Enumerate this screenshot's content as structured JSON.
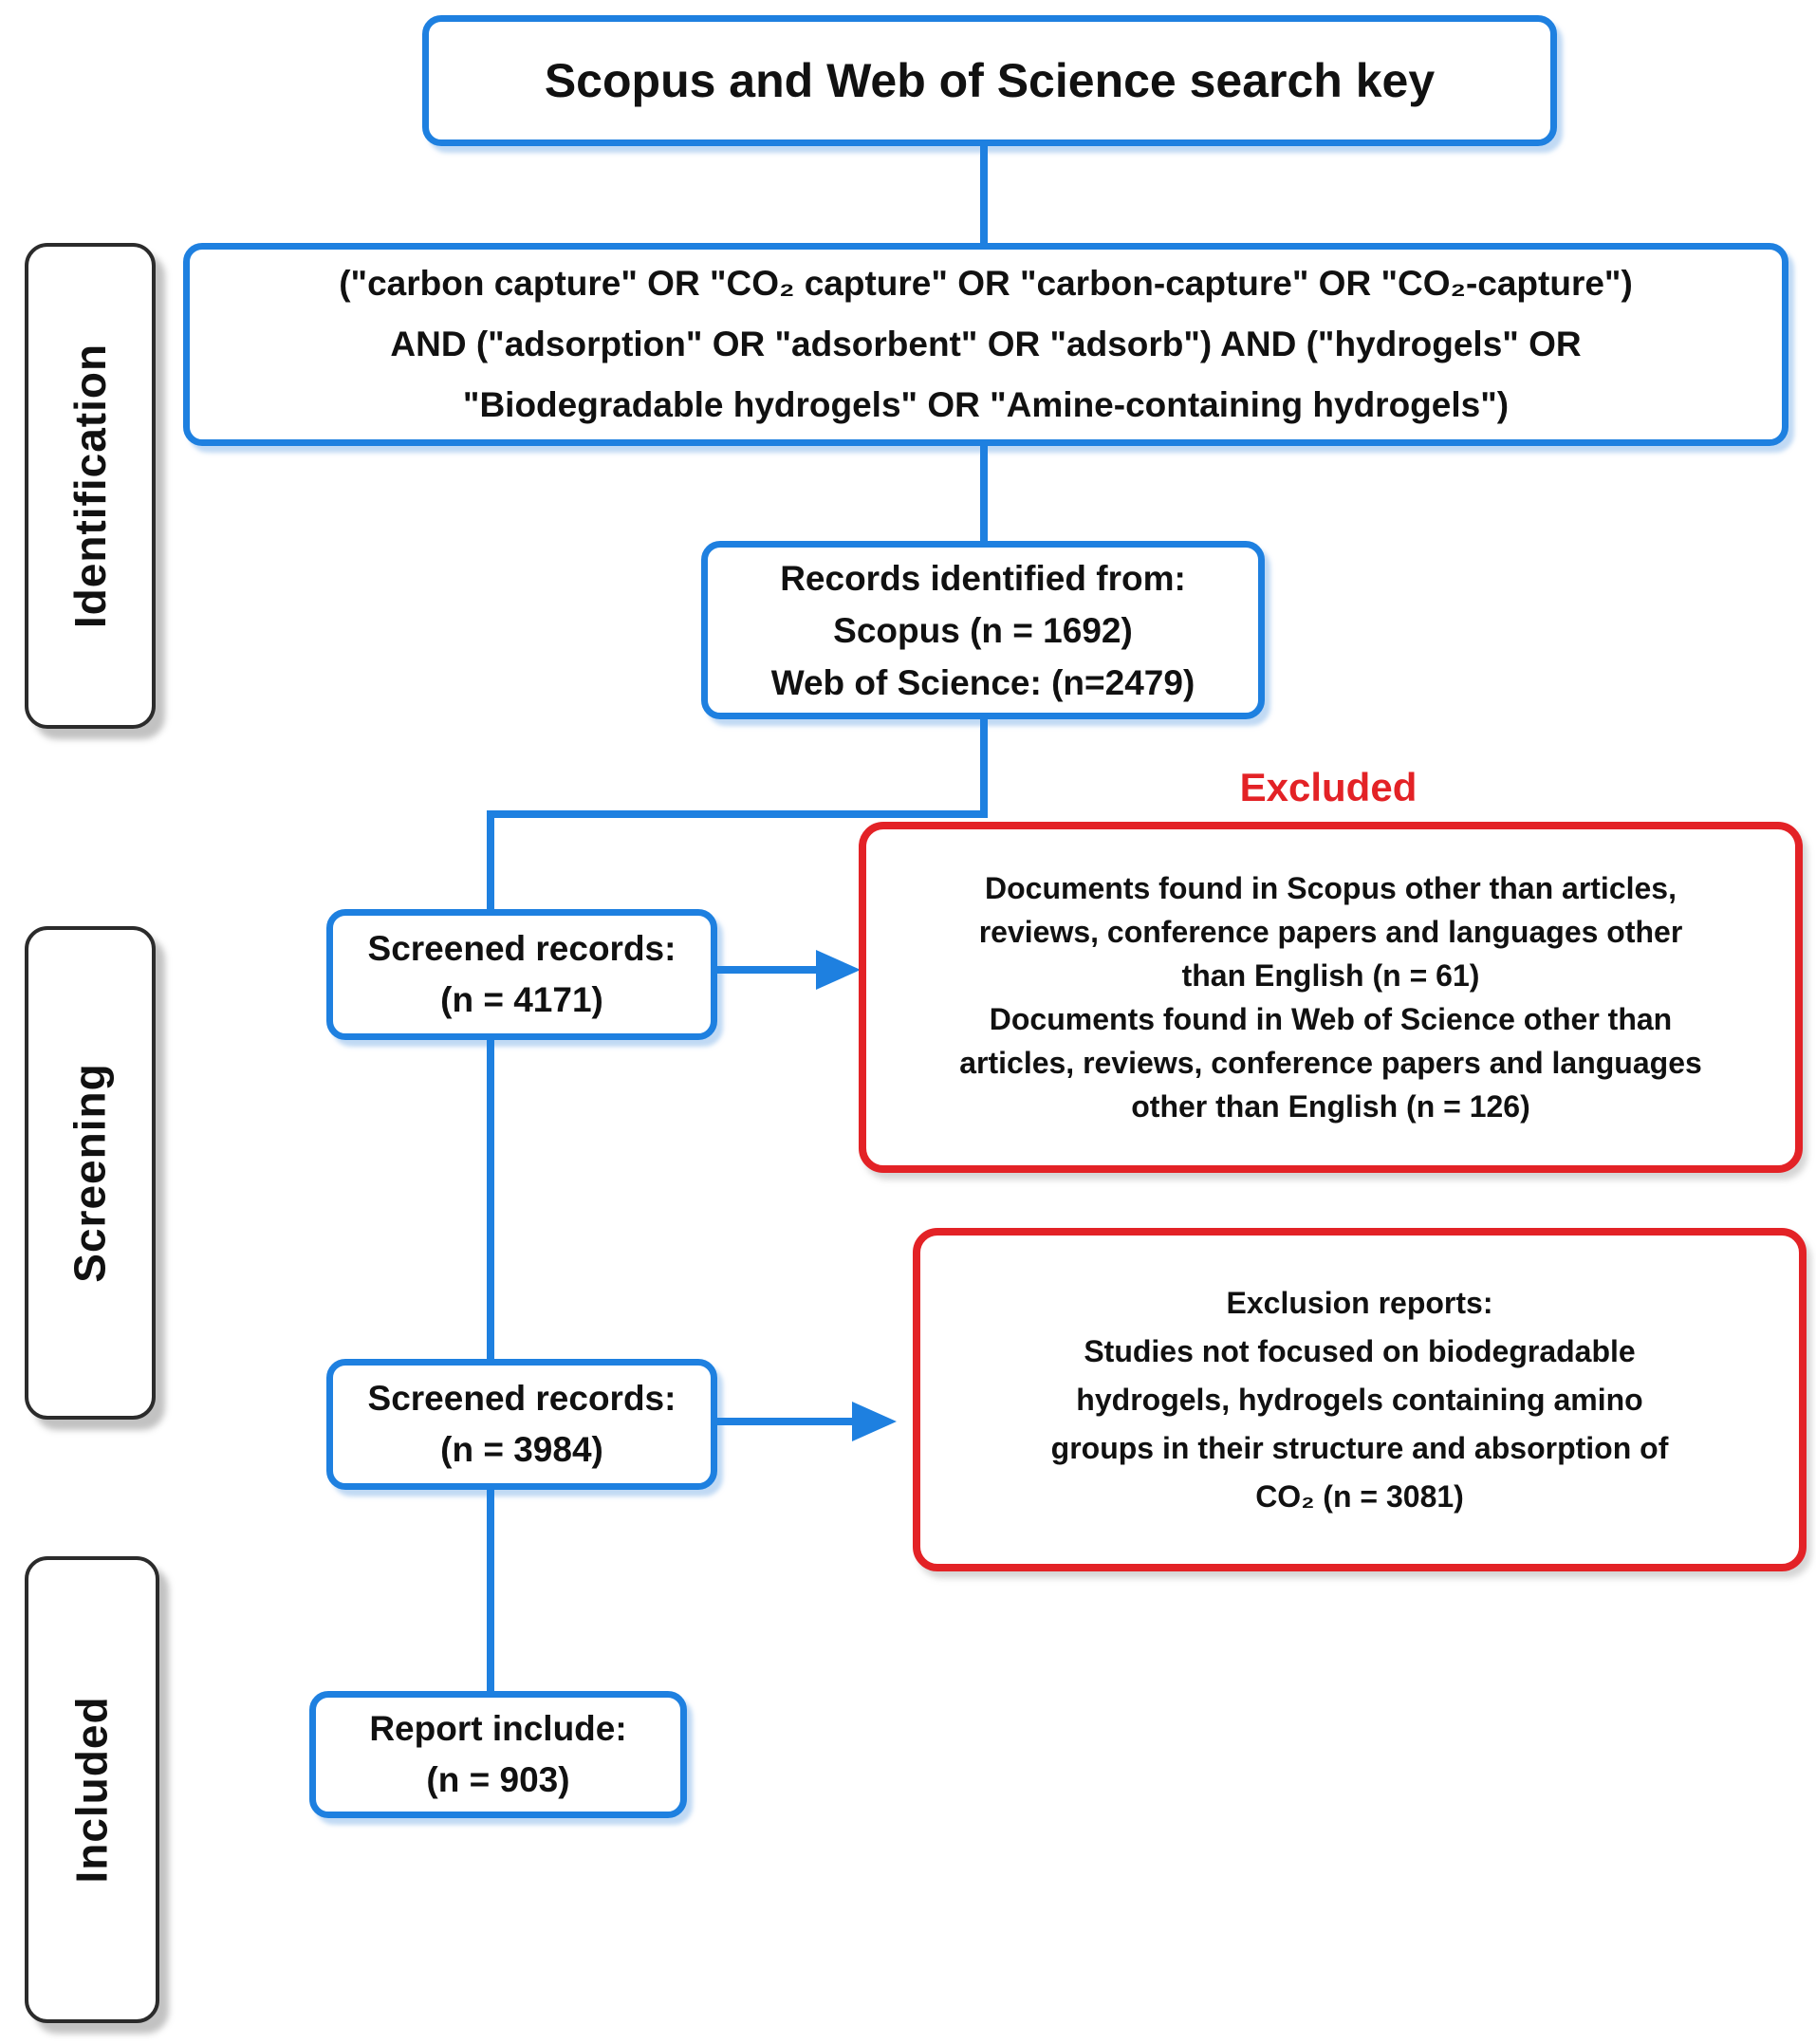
{
  "diagram": {
    "title": "Scopus and Web of Science search key",
    "stages": [
      {
        "label": "Identification"
      },
      {
        "label": "Screening"
      },
      {
        "label": "Included"
      }
    ],
    "search_key_box": {
      "lines": [
        "(\"carbon capture\" OR \"CO₂ capture\" OR \"carbon-capture\" OR \"CO₂-capture\")",
        "AND (\"adsorption\" OR \"adsorbent\" OR \"adsorb\") AND (\"hydrogels\" OR",
        "\"Biodegradable hydrogels\" OR \"Amine-containing hydrogels\")"
      ]
    },
    "records_identified_box": {
      "lines": [
        "Records identified from:",
        "Scopus (n = 1692)",
        "Web of Science: (n=2479)"
      ]
    },
    "screened_records_box_1": {
      "lines": [
        "Screened records:",
        "(n = 4171)"
      ]
    },
    "excluded_label": "Excluded",
    "excluded_box": {
      "lines": [
        "Documents found in Scopus other than articles,",
        "reviews, conference papers and languages other",
        "than English (n = 61)",
        "Documents found in Web of Science other than",
        "articles, reviews, conference papers and languages",
        "other than English (n = 126)"
      ]
    },
    "screened_records_box_2": {
      "lines": [
        "Screened records:",
        "(n = 3984)"
      ]
    },
    "exclusion_reports_box": {
      "lines": [
        "Exclusion reports:",
        "Studies not focused on biodegradable",
        "hydrogels, hydrogels containing amino",
        "groups in their structure and absorption of",
        "CO₂ (n = 3081)"
      ]
    },
    "report_include_box": {
      "lines": [
        "Report include:",
        "(n = 903)"
      ]
    },
    "colors": {
      "box_border_blue": "#1E80E0",
      "exclude_red": "#E32226",
      "stage_border": "#2b2b2b",
      "text": "#111111"
    }
  }
}
